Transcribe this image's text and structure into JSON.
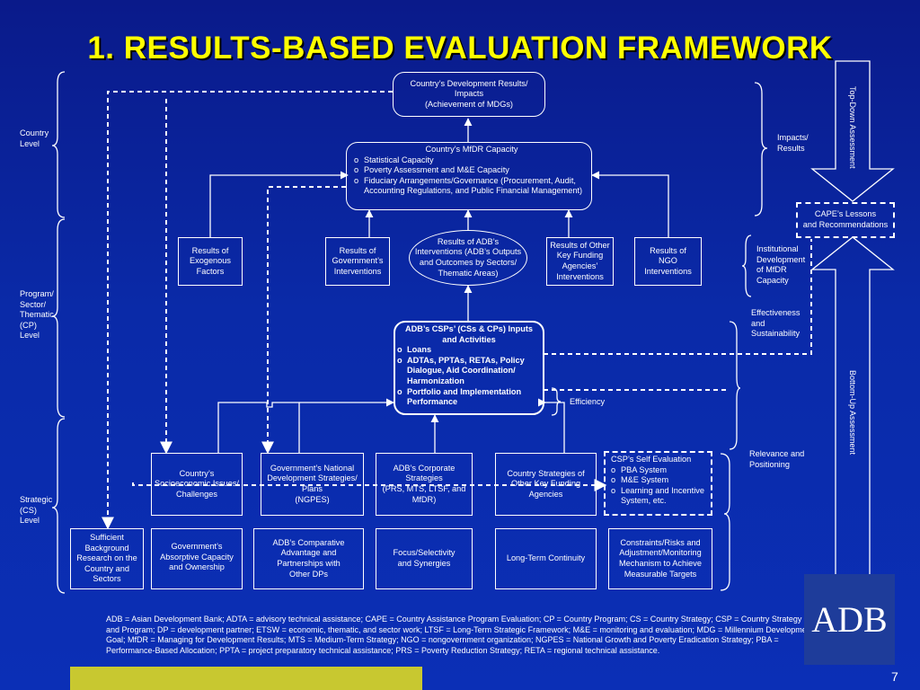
{
  "title": "1. RESULTS-BASED EVALUATION FRAMEWORK",
  "levels": {
    "country": [
      "Country",
      "Level"
    ],
    "program": [
      "Program/",
      "Sector/",
      "Thematic",
      "(CP)",
      "Level"
    ],
    "strategic": [
      "Strategic",
      "(CS)",
      "Level"
    ]
  },
  "boxes": {
    "dev_results": [
      "Country’s Development Results/",
      "Impacts",
      "(Achievement of MDGs)"
    ],
    "mfdr_capacity": {
      "heading": "Country’s MfDR Capacity",
      "items": [
        "Statistical Capacity",
        "Poverty Assessment and M&E Capacity",
        "Fiduciary Arrangements/Governance (Procurement, Audit, Accounting Regulations, and Public Financial Management)"
      ]
    },
    "exogenous": [
      "Results of",
      "Exogenous",
      "Factors"
    ],
    "gov_interventions": [
      "Results of",
      "Government’s",
      "Interventions"
    ],
    "adb_interventions": [
      "Results of ADB’s",
      "Interventions (ADB’s Outputs",
      "and Outcomes by Sectors/",
      "Thematic Areas)"
    ],
    "other_funding": [
      "Results of Other",
      "Key Funding",
      "Agencies’",
      "Interventions"
    ],
    "ngo": [
      "Results of",
      "NGO",
      "Interventions"
    ],
    "csps": {
      "heading": "ADB’s CSPs’ (CSs & CPs) Inputs and Activities",
      "items": [
        "Loans",
        "ADTAs, PPTAs, RETAs, Policy Dialogue, Aid Coordination/ Harmonization",
        "Portfolio and Implementation Performance"
      ]
    },
    "socioeconomic": [
      "Country’s",
      "Socioeconomic Issues/",
      "Challenges"
    ],
    "ndsp": [
      "Government’s National",
      "Development Strategies/",
      "Plans",
      "(NGPES)"
    ],
    "corporate": [
      "ADB’s Corporate",
      "Strategies",
      "(PRS, MTS, LTSF, and",
      "MfDR)"
    ],
    "country_strategies": [
      "Country Strategies of",
      "Other Key Funding",
      "Agencies"
    ],
    "self_eval": {
      "heading": "CSP’s Self Evaluation",
      "items": [
        "PBA System",
        "M&E System",
        "Learning and Incentive System, etc."
      ]
    },
    "background": [
      "Sufficient",
      "Background",
      "Research on the",
      "Country and",
      "Sectors"
    ],
    "absorptive": [
      "Government’s",
      "Absorptive Capacity",
      "and Ownership"
    ],
    "comparative": [
      "ADB’s Comparative",
      "Advantage and",
      "Partnerships with",
      "Other DPs"
    ],
    "focus": [
      "Focus/Selectivity",
      "and Synergies"
    ],
    "continuity": [
      "Long-Term Continuity"
    ],
    "constraints": [
      "Constraints/Risks and",
      "Adjustment/Monitoring",
      "Mechanism to Achieve",
      "Measurable Targets"
    ],
    "cape": [
      "CAPE’s Lessons",
      "and Recommendations"
    ]
  },
  "criteria": {
    "impacts": [
      "Impacts/",
      "Results"
    ],
    "institutional": [
      "Institutional",
      "Development",
      "of MfDR",
      "Capacity"
    ],
    "effectiveness": [
      "Effectiveness",
      "and",
      "Sustainability"
    ],
    "efficiency": [
      "Efficiency"
    ],
    "relevance": [
      "Relevance and",
      "Positioning"
    ]
  },
  "arrows": {
    "top_down": "Top-Down Assessment",
    "bottom_up": "Bottom-Up Assessment"
  },
  "glossary": "ADB = Asian Development Bank; ADTA = advisory technical assistance; CAPE = Country Assistance Program Evaluation; CP = Country Program; CS = Country Strategy; CSP = Country Strategy and Program; DP = development partner; ETSW = economic, thematic, and sector work; LTSF = Long-Term Strategic Framework; M&E = monitoring and evaluation; MDG = Millennium Development Goal; MfDR = Managing for Development Results; MTS = Medium-Term Strategy; NGO = nongovernment organization; NGPES = National Growth and Poverty Eradication Strategy; PBA = Performance-Based Allocation; PPTA = project preparatory technical assistance; PRS = Poverty Reduction Strategy; RETA = regional technical assistance.",
  "logo_text": "ADB",
  "page_number": "7",
  "colors": {
    "title": "#ffff00",
    "accent_bar": "#c8c830",
    "background": "#0a2aa8"
  }
}
